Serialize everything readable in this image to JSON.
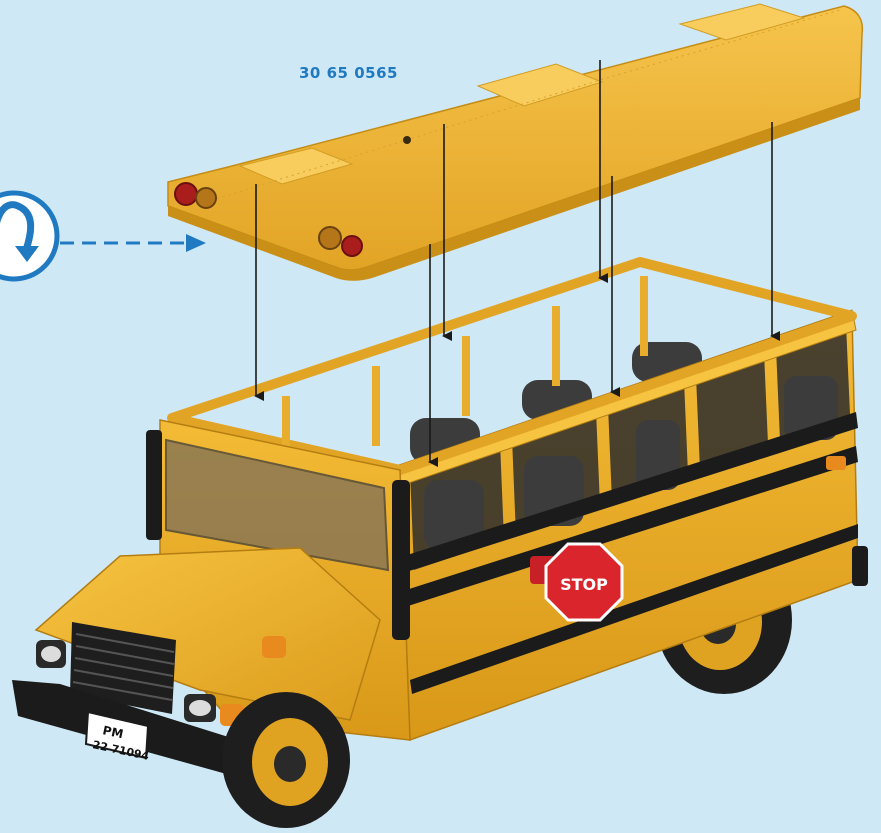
{
  "instruction": {
    "part_number": "30 65 0565"
  },
  "bus": {
    "license_plate": {
      "line1": "PM",
      "line2": "22 71094"
    },
    "stop_sign_text": "STOP"
  },
  "icons": {
    "flip_icon": "rotate-over-arrow-icon",
    "placement_arrow": "dashed-arrow-icon"
  },
  "colors": {
    "background": "#cfe8f6",
    "bus_yellow": "#f0b429",
    "bus_shadow": "#d99818",
    "accent_blue": "#1f7ac2",
    "stop_red": "#d9252b"
  }
}
